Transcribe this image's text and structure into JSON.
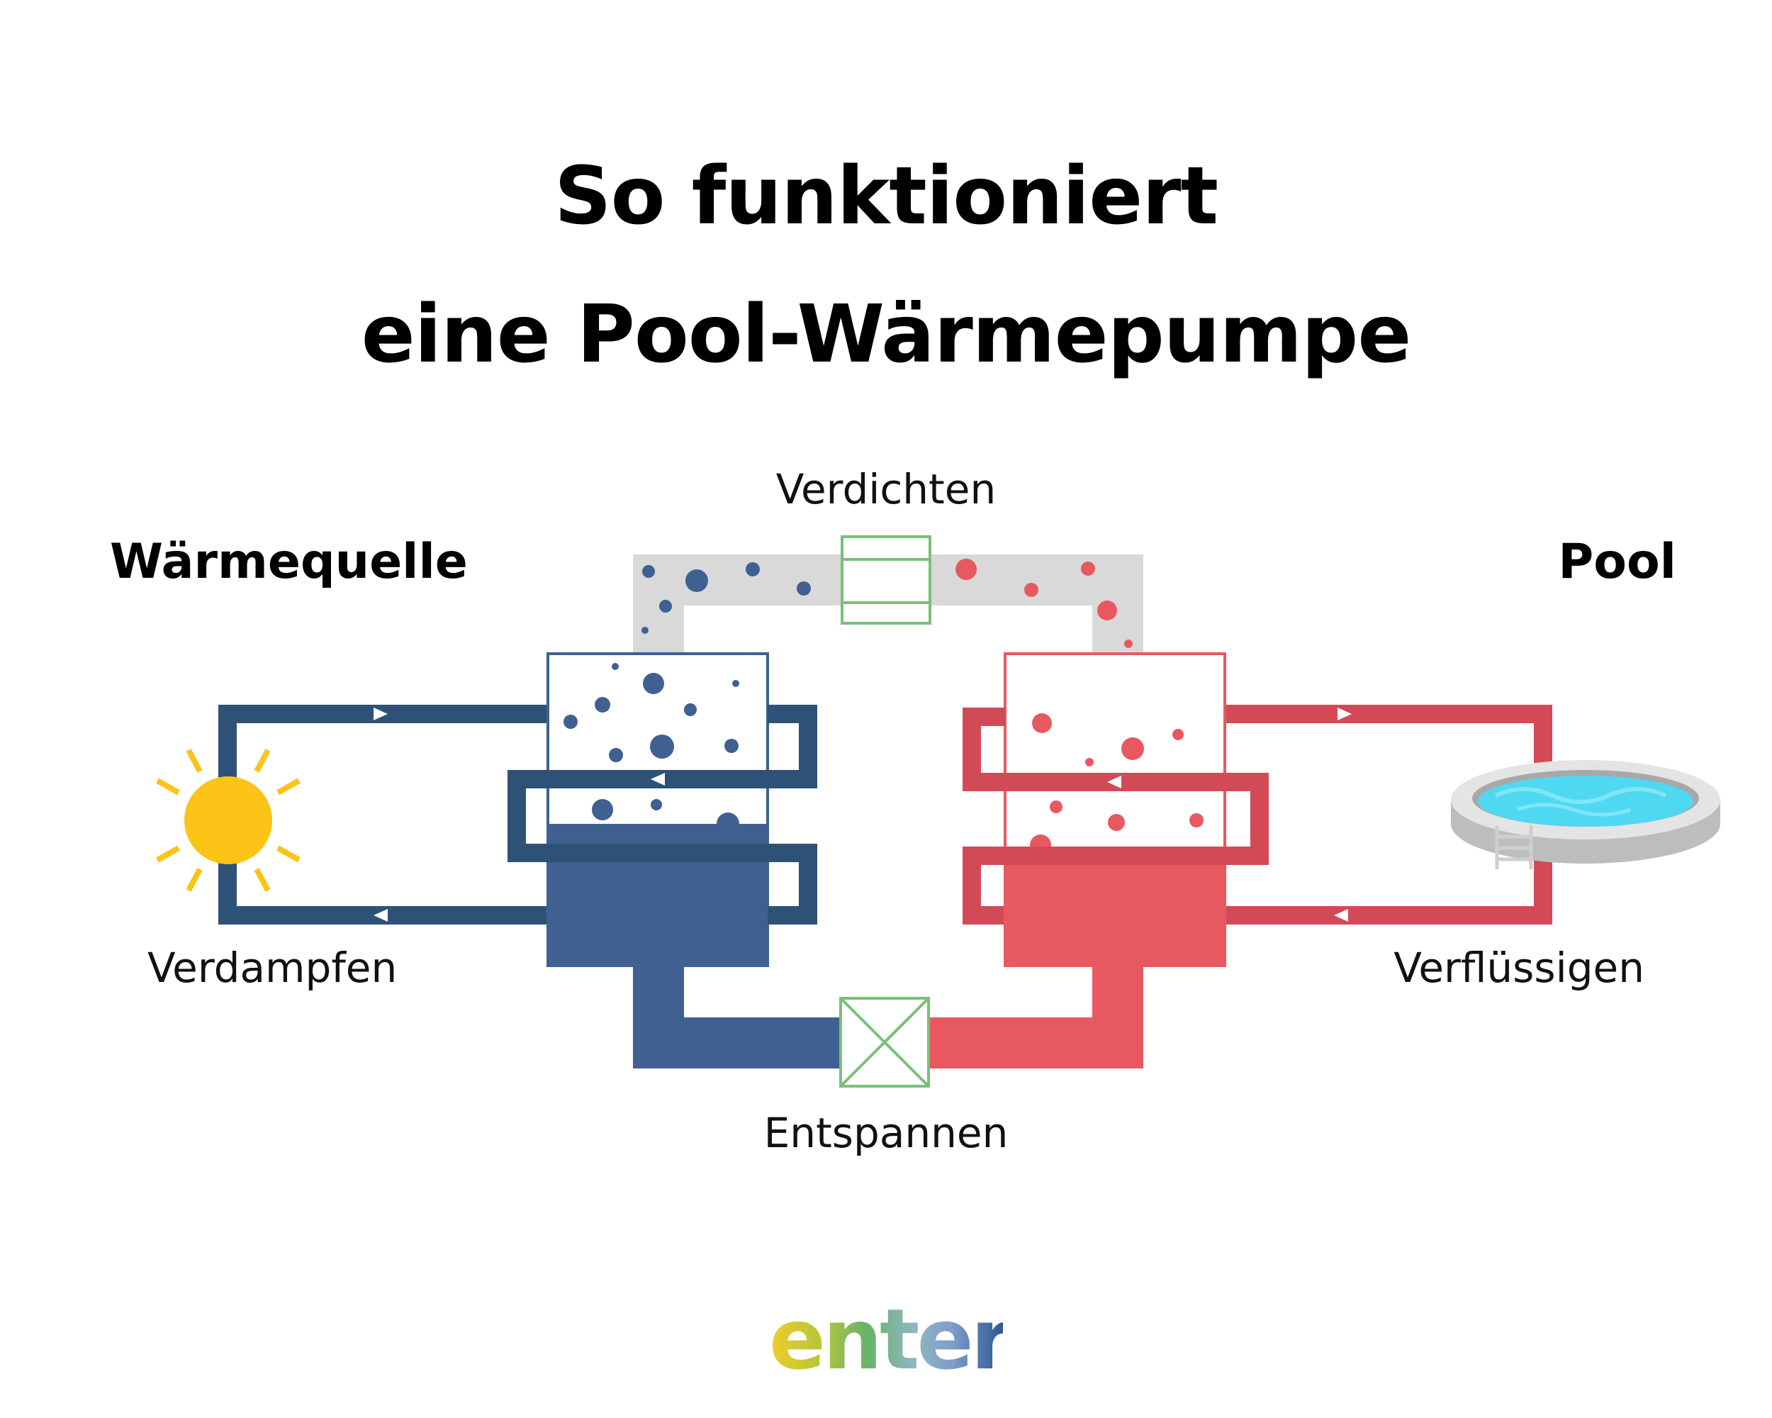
{
  "title": {
    "line1": "So funktioniert",
    "line2": "eine Pool-Wärmepumpe"
  },
  "labels": {
    "heat_source": "Wärmequelle",
    "pool": "Pool",
    "compress": "Verdichten",
    "expand": "Entspannen",
    "evaporate": "Verdampfen",
    "condense": "Verflüssigen"
  },
  "logo": {
    "text": "enter"
  },
  "colors": {
    "cold_blue": "#3f6090",
    "cold_blue_dark": "#2e5178",
    "hot_red": "#e85860",
    "hot_red_dark": "#d24a56",
    "pipe_gray": "#d9d9d9",
    "valve_green": "#7ac07a",
    "sun_yellow": "#fcc417",
    "pool_water": "#4fd8f2"
  },
  "icons": [
    "sun-icon",
    "pool-icon",
    "compressor-icon",
    "expansion-valve-icon",
    "flow-arrow-icon"
  ]
}
